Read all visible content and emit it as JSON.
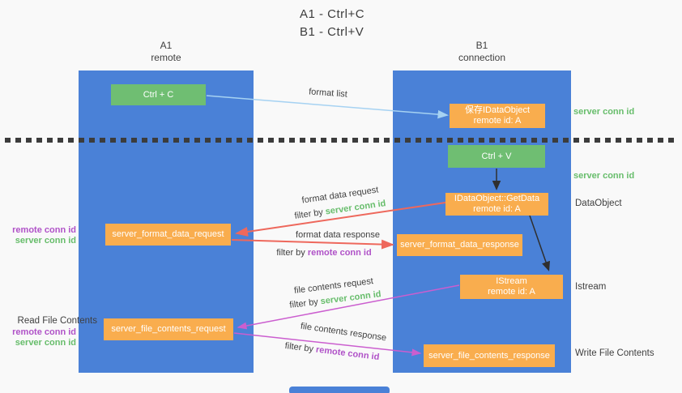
{
  "title": {
    "line1": "A1 - Ctrl+C",
    "line2": "B1 - Ctrl+V"
  },
  "lanes": {
    "left": {
      "name": "A1",
      "role": "remote"
    },
    "right": {
      "name": "B1",
      "role": "connection"
    }
  },
  "nodes": {
    "ctrl_c": {
      "label": "Ctrl + C"
    },
    "save_idataobject": {
      "line1": "保存IDataObject",
      "line2": "remote id: A"
    },
    "ctrl_v": {
      "label": "Ctrl + V"
    },
    "getdata": {
      "line1": "IDataObject::GetData",
      "line2": "remote id: A"
    },
    "format_request": {
      "label": "server_format_data_request"
    },
    "format_response": {
      "label": "server_format_data_response"
    },
    "istream": {
      "line1": "IStream",
      "line2": "remote id: A"
    },
    "file_request": {
      "label": "server_file_contents_request"
    },
    "file_response": {
      "label": "server_file_contents_response"
    }
  },
  "edge_labels": {
    "format_list": "format list",
    "format_data_request": "format data request",
    "format_data_request_filter": {
      "prefix": "filter by ",
      "key": "server conn id"
    },
    "format_data_response": "format data response",
    "format_data_response_filter": {
      "prefix": "filter by ",
      "key": "remote conn id"
    },
    "file_contents_request": "file contents request",
    "file_contents_request_filter": {
      "prefix": "filter by ",
      "key": "server conn id"
    },
    "file_contents_response": "file contents response",
    "file_contents_response_filter": {
      "prefix": "filter by ",
      "key": "remote conn id"
    }
  },
  "side_labels": {
    "server_conn_id_top": "server conn id",
    "server_conn_id_mid": "server conn id",
    "dataobject": "DataObject",
    "istream": "Istream",
    "write_file_contents": "Write File Contents",
    "read_file_contents": "Read File Contents",
    "format_remote_conn_id": "remote conn id",
    "format_server_conn_id": "server conn id",
    "file_remote_conn_id": "remote conn id",
    "file_server_conn_id": "server conn id"
  },
  "colors": {
    "background": "#f9f9f9",
    "lane_blue": "#4a81d7",
    "node_green": "#6fbe72",
    "node_orange": "#f9ad4e",
    "arrow_red": "#ee685c",
    "arrow_magenta": "#cb5ecf",
    "arrow_light_blue": "#a6d2f2",
    "arrow_black": "#2f2f2f",
    "label_green": "#67bd6b",
    "label_purple": "#b052c8",
    "text_dark": "#3f3f3f"
  }
}
